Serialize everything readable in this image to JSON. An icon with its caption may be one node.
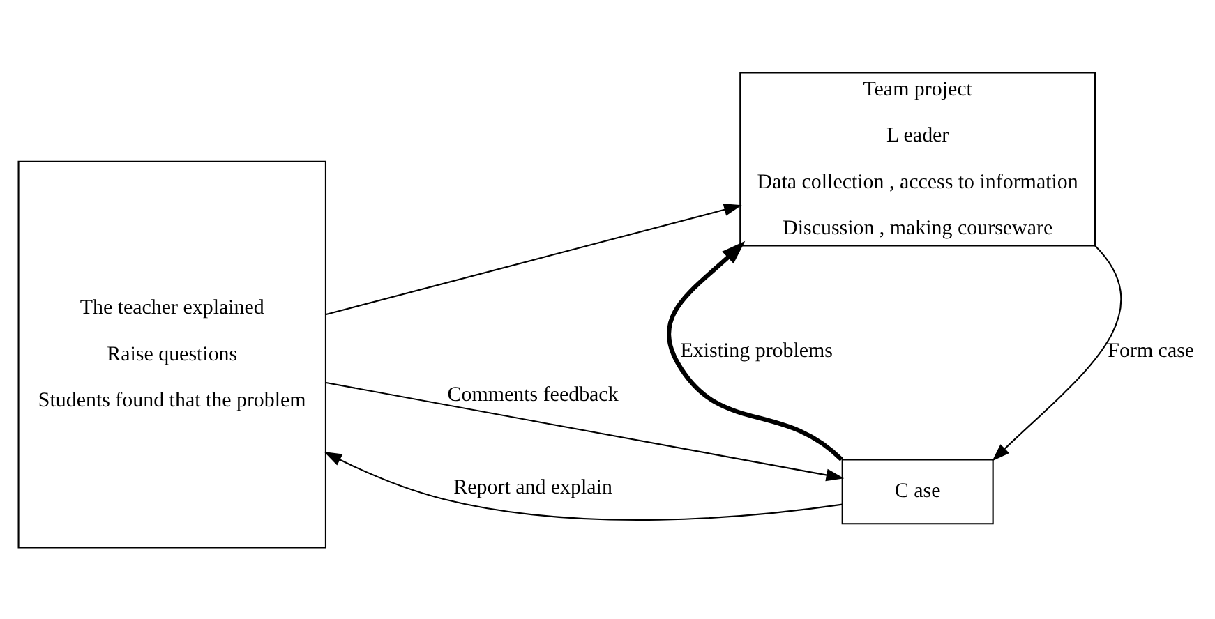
{
  "diagram": {
    "nodes": [
      {
        "text": [
          "The teacher explained",
          "Raise questions",
          "Students found that the problem"
        ]
      },
      {
        "text": [
          "Team project",
          "L eader",
          "Data collection , access to information",
          "Discussion , making courseware"
        ]
      },
      {
        "text": [
          "C ase"
        ]
      }
    ],
    "edges": [
      {
        "from": 0,
        "to": 1,
        "arrow": "to"
      },
      {
        "from": 2,
        "to": 1,
        "arrow": "to",
        "label": "Existing problems",
        "style": "thick"
      },
      {
        "from": 1,
        "to": 2,
        "arrow": "to",
        "label": "Form case"
      },
      {
        "from": 2,
        "to": 0,
        "arrow": "to",
        "label": "Report and explain"
      },
      {
        "from": 0,
        "to": 2,
        "arrow": "to",
        "label": "Comments feedback"
      }
    ]
  }
}
